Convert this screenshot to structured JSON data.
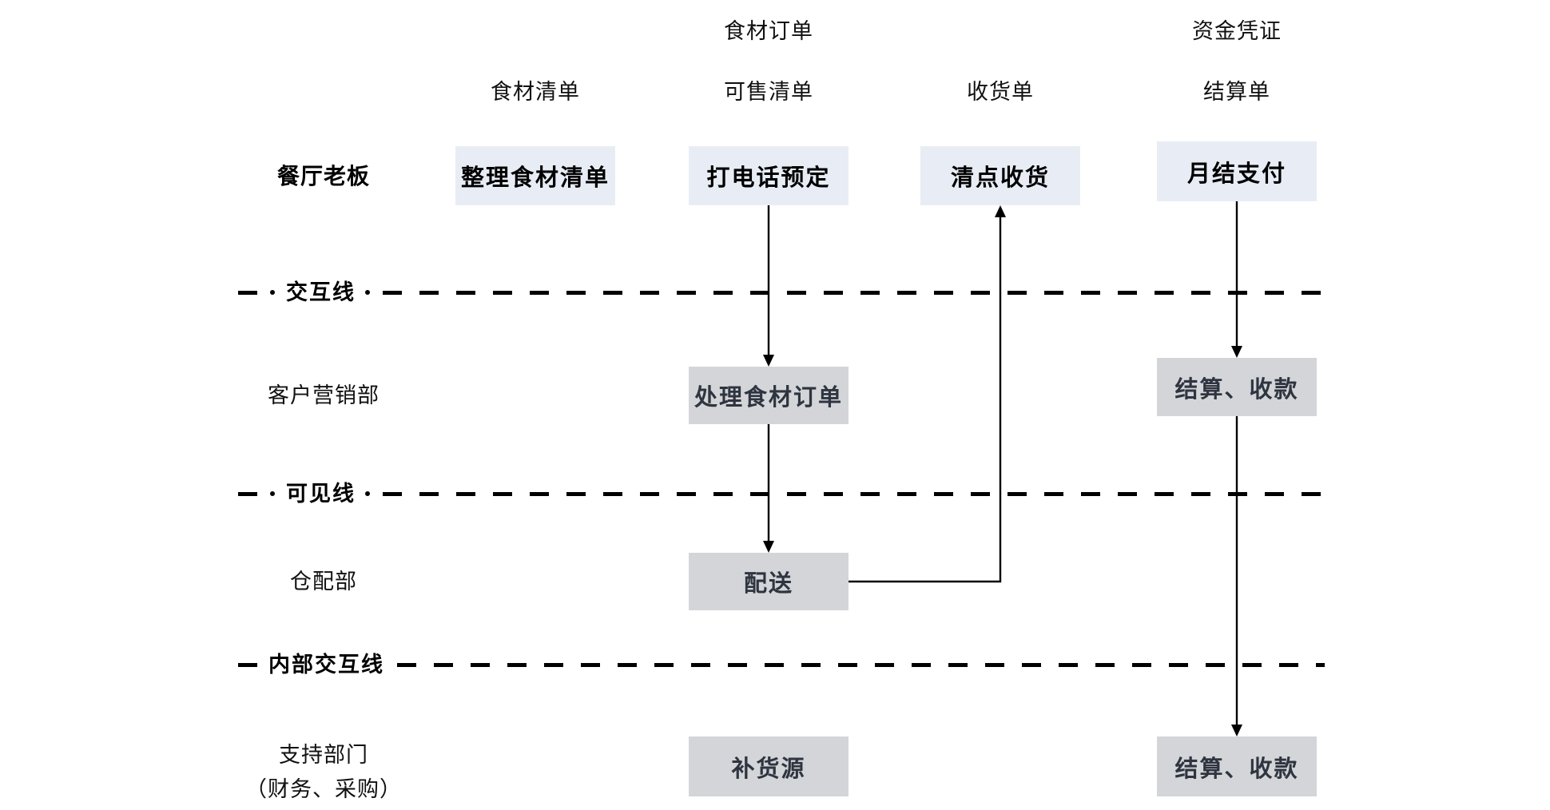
{
  "flow_labels": {
    "order": "食材订单",
    "fund": "资金凭证"
  },
  "artifacts": {
    "a": "食材清单",
    "b": "可售清单",
    "c": "收货单",
    "d": "结算单"
  },
  "lanes": {
    "owner": "餐厅老板",
    "marketing": "客户营销部",
    "warehouse": "仓配部",
    "support_line1": "支持部门",
    "support_line2": "（财务、采购）"
  },
  "dividers": {
    "interaction": "交互线",
    "visibility": "可见线",
    "internal": "内部交互线"
  },
  "nodes": {
    "organize_list": "整理食材清单",
    "phone_order": "打电话预定",
    "check_goods": "清点收货",
    "monthly_payment": "月结支付",
    "process_order": "处理食材订单",
    "settle_collect_marketing": "结算、收款",
    "delivery": "配送",
    "replenish_source": "补货源",
    "settle_collect_support": "结算、收款"
  },
  "colors": {
    "background": "#ffffff",
    "node_highlight_bg": "#e8edf5",
    "node_gray_bg": "#d3d5d8",
    "node_gray_text": "#2f3540",
    "line_color": "#000000"
  }
}
